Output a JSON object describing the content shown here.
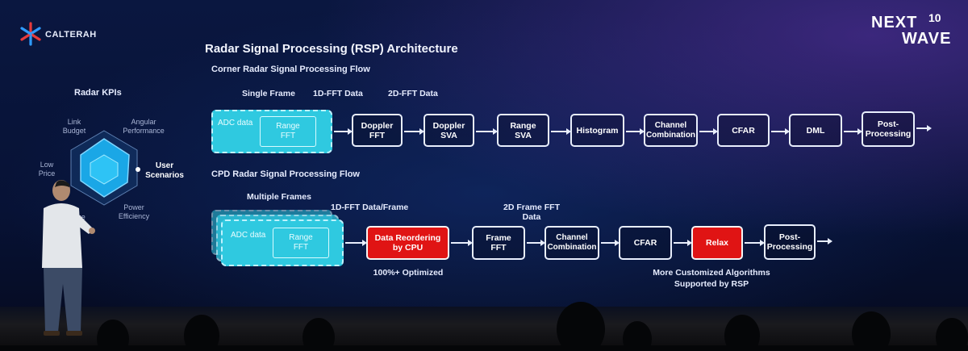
{
  "logo": {
    "name": "CALTERAH"
  },
  "brand": {
    "line1": "NEXT",
    "line2": "WAVE",
    "number": "10"
  },
  "title": "Radar Signal Processing (RSP) Architecture",
  "kpi": {
    "title": "Radar KPIs",
    "labels": {
      "link_budget": "Link\nBudget",
      "angular": "Angular\nPerformance",
      "low_price": "Low\nPrice",
      "user_scenarios": "User\nScenarios",
      "power": "Power\nEfficiency",
      "other": "ze"
    }
  },
  "corner_flow": {
    "heading": "Corner Radar Signal Processing Flow",
    "labels": {
      "single_frame": "Single Frame",
      "fft1d": "1D-FFT Data",
      "fft2d": "2D-FFT Data"
    },
    "input": {
      "adc": "ADC data",
      "range_fft": "Range\nFFT"
    },
    "steps": [
      "Doppler\nFFT",
      "Doppler\nSVA",
      "Range\nSVA",
      "Histogram",
      "Channel\nCombination",
      "CFAR",
      "DML",
      "Post-\nProcessing"
    ]
  },
  "cpd_flow": {
    "heading": "CPD Radar Signal Processing Flow",
    "labels": {
      "multiple_frames": "Multiple Frames",
      "fft1d_frame": "1D-FFT Data/Frame",
      "fft2d_frame": "2D Frame FFT\nData"
    },
    "input": {
      "adc": "ADC data",
      "range_fft": "Range\nFFT"
    },
    "steps": [
      "Data Reordering\nby CPU",
      "Frame\nFFT",
      "Channel\nCombination",
      "CFAR",
      "Relax",
      "Post-\nProcessing"
    ],
    "captions": {
      "optimized": "100%+ Optimized",
      "customized": "More Customized Algorithms\nSupported by RSP"
    }
  },
  "colors": {
    "accent_cyan": "#2fc9e0",
    "highlight_red": "#e01414",
    "background": "#06102a"
  }
}
